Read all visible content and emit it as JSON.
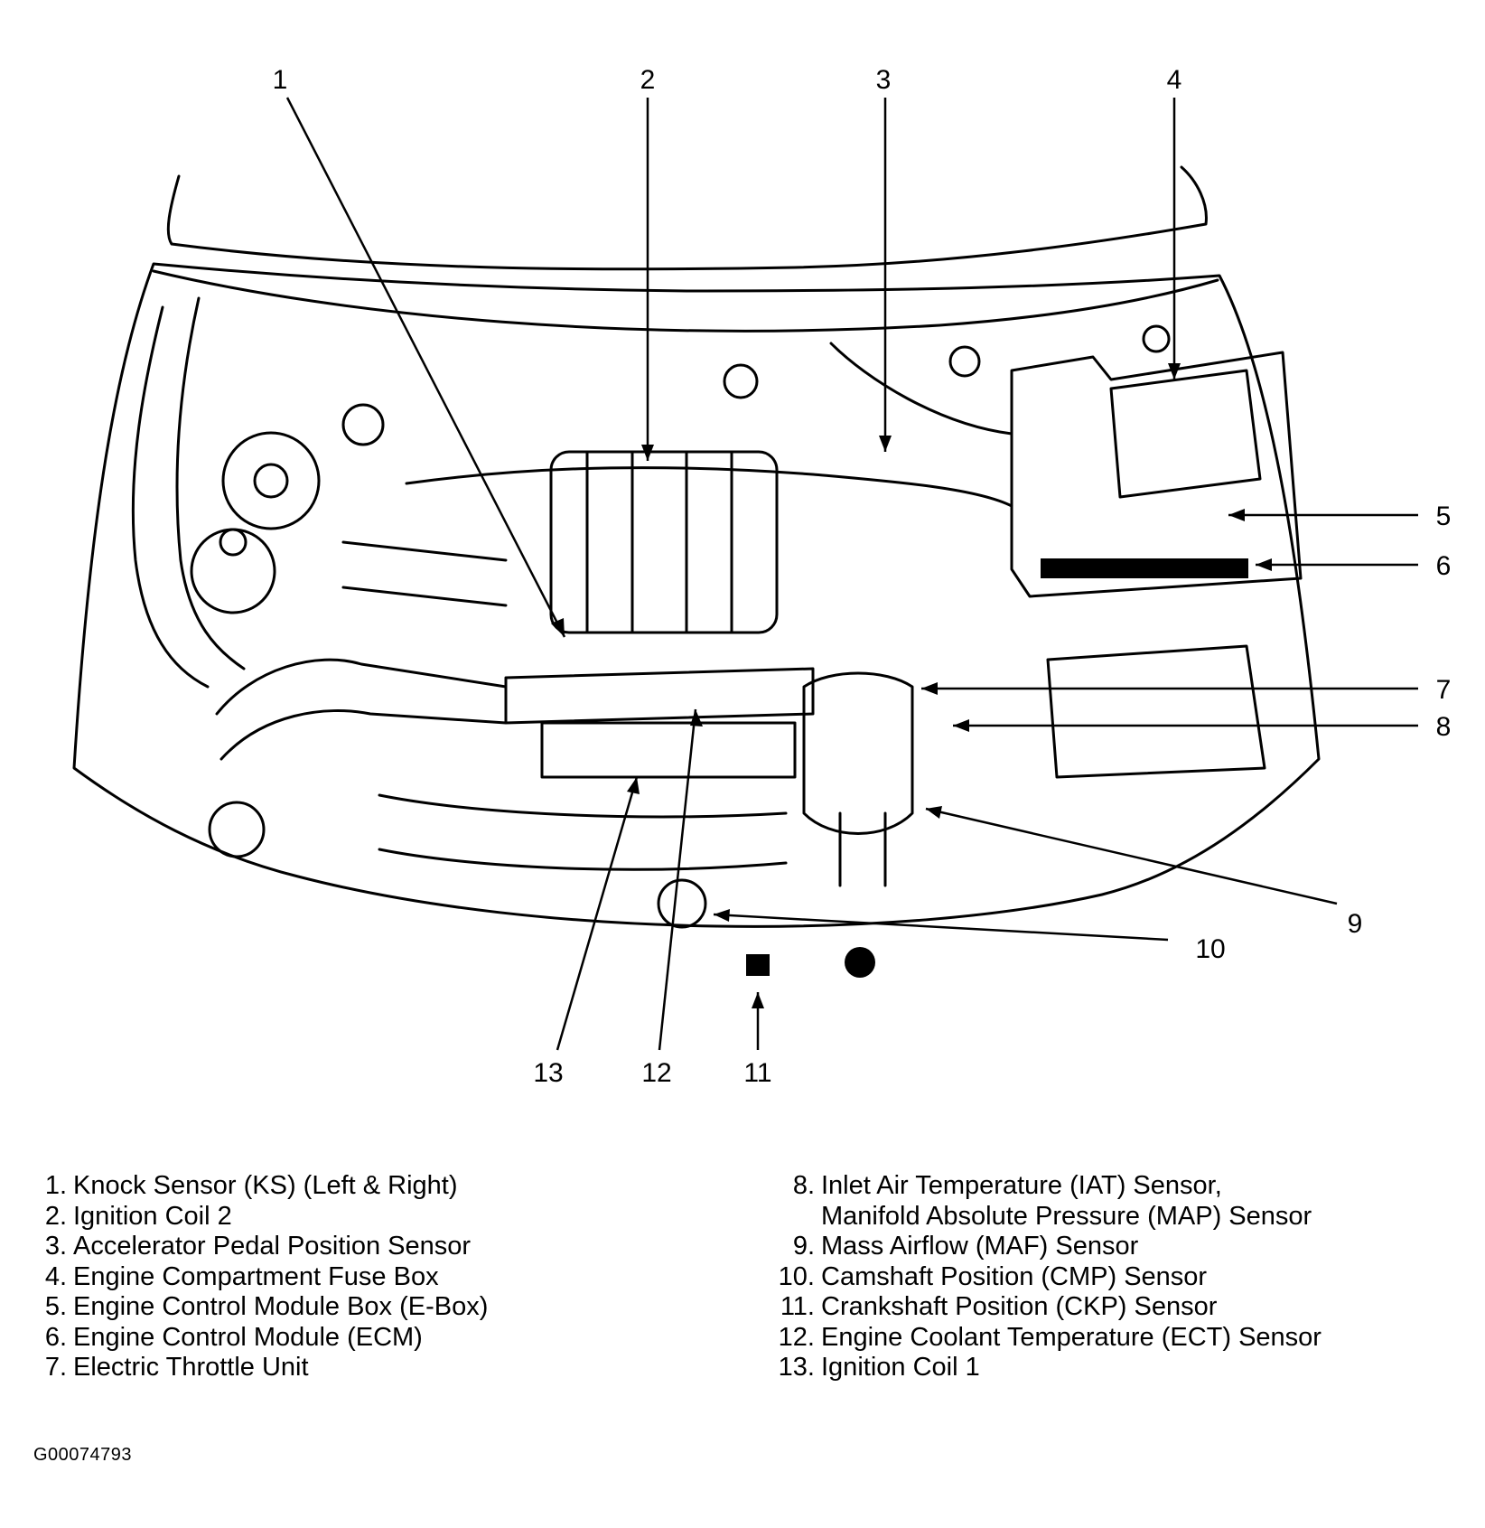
{
  "diagram": {
    "callouts": [
      "1",
      "2",
      "3",
      "4",
      "5",
      "6",
      "7",
      "8",
      "9",
      "10",
      "11",
      "12",
      "13"
    ]
  },
  "legend": {
    "left": [
      {
        "num": "1.",
        "text": "Knock Sensor (KS) (Left & Right)"
      },
      {
        "num": "2.",
        "text": "Ignition Coil 2"
      },
      {
        "num": "3.",
        "text": "Accelerator Pedal Position Sensor"
      },
      {
        "num": "4.",
        "text": "Engine Compartment Fuse Box"
      },
      {
        "num": "5.",
        "text": "Engine Control Module Box (E-Box)"
      },
      {
        "num": "6.",
        "text": "Engine Control Module (ECM)"
      },
      {
        "num": "7.",
        "text": "Electric Throttle Unit"
      }
    ],
    "right": [
      {
        "num": "8.",
        "text": "Inlet Air Temperature (IAT) Sensor,"
      },
      {
        "num": "",
        "text": "Manifold Absolute Pressure (MAP) Sensor"
      },
      {
        "num": "9.",
        "text": "Mass Airflow (MAF) Sensor"
      },
      {
        "num": "10.",
        "text": "Camshaft Position (CMP) Sensor"
      },
      {
        "num": "11.",
        "text": "Crankshaft Position (CKP) Sensor"
      },
      {
        "num": "12.",
        "text": "Engine Coolant Temperature (ECT) Sensor"
      },
      {
        "num": "13.",
        "text": "Ignition Coil 1"
      }
    ]
  },
  "figure_id": "G00074793"
}
